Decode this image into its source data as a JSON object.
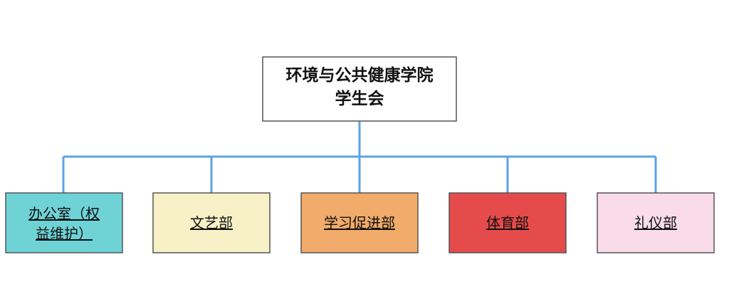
{
  "root": {
    "lines": [
      "环境与公共健康学院",
      "学生会"
    ]
  },
  "connector_color": "#5ba3e6",
  "departments": [
    {
      "lines": [
        "办公室（权",
        "益维护）"
      ],
      "color": "#6fd3d6"
    },
    {
      "lines": [
        "文艺部"
      ],
      "color": "#f8f0c6"
    },
    {
      "lines": [
        "学习促进部"
      ],
      "color": "#f1ab6a"
    },
    {
      "lines": [
        "体育部"
      ],
      "color": "#e64b4b"
    },
    {
      "lines": [
        "礼仪部"
      ],
      "color": "#fadce9"
    }
  ]
}
